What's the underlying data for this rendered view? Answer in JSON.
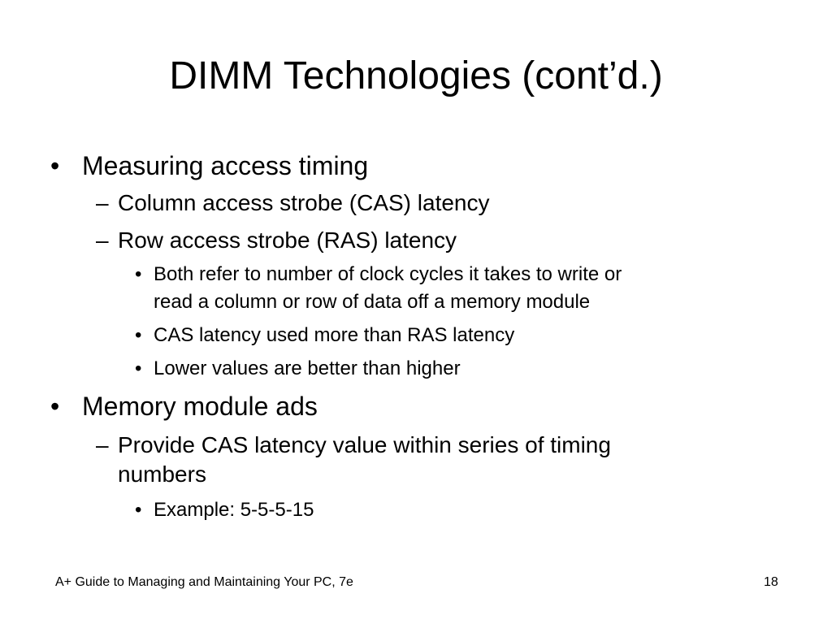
{
  "slide": {
    "title": "DIMM Technologies (cont’d.)",
    "bullet_l1": "•",
    "bullet_l2": "–",
    "bullet_l3": "•",
    "items": [
      {
        "text": "Measuring access timing"
      },
      {
        "text": "Column access strobe (CAS) latency"
      },
      {
        "text": "Row access strobe (RAS) latency"
      },
      {
        "text": "Both refer to number of clock cycles it takes to write or",
        "continuation": "read a column or row of data off a memory module"
      },
      {
        "text": "CAS latency used more than RAS latency"
      },
      {
        "text": "Lower values are better than higher"
      },
      {
        "text": "Memory module ads"
      },
      {
        "text": "Provide CAS latency value within series of timing",
        "continuation": "numbers"
      },
      {
        "text": "Example: 5-5-5-15"
      }
    ],
    "footer": {
      "book_title": "A+ Guide to Managing and Maintaining Your PC, 7e",
      "page_number": "18"
    }
  }
}
